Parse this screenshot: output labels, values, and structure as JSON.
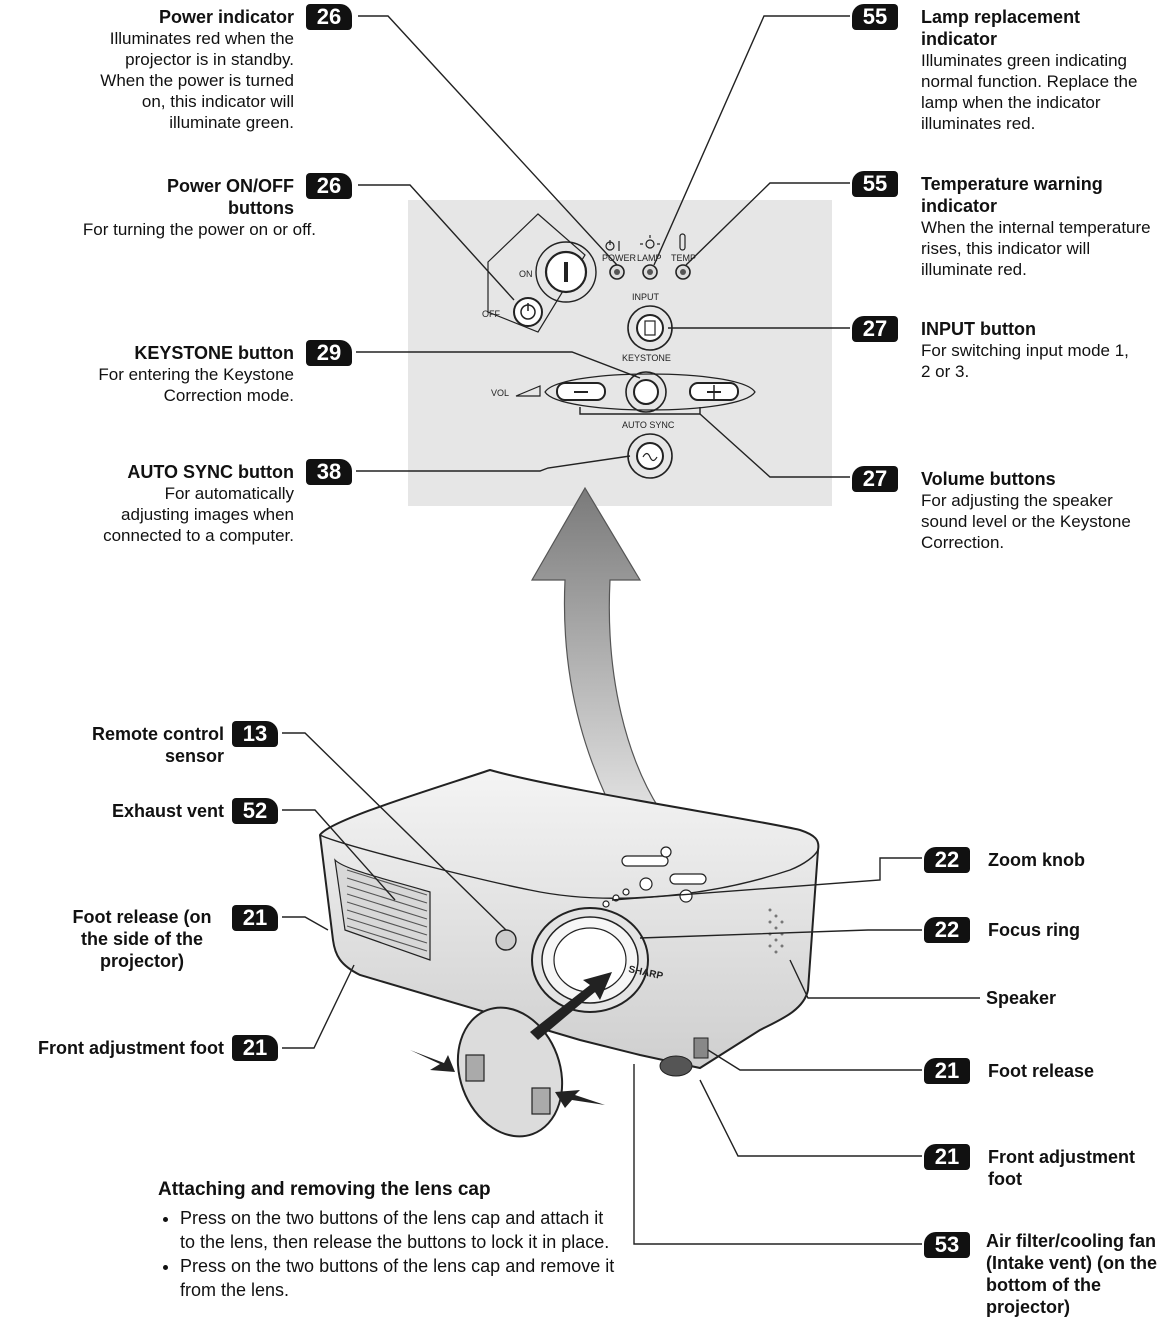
{
  "callouts": {
    "power_indicator": {
      "page": "26",
      "title": "Power indicator",
      "desc": "Illuminates red when the projector is in standby. When the power is turned on, this indicator will illuminate green."
    },
    "power_buttons": {
      "page": "26",
      "title": "Power ON/OFF buttons",
      "desc": "For turning the power on or off."
    },
    "keystone": {
      "page": "29",
      "title": "KEYSTONE button",
      "desc": "For entering the Keystone Correction mode."
    },
    "auto_sync": {
      "page": "38",
      "title": "AUTO SYNC button",
      "desc": "For automatically adjusting images when connected to a computer."
    },
    "lamp": {
      "page": "55",
      "title": "Lamp replacement indicator",
      "desc": "Illuminates green indicating normal function. Replace the lamp when the indicator illuminates red."
    },
    "temp": {
      "page": "55",
      "title": "Temperature warning indicator",
      "desc": "When the internal temperature rises, this indicator will illuminate red."
    },
    "input": {
      "page": "27",
      "title": "INPUT button",
      "desc": "For switching input mode 1, 2 or 3."
    },
    "volume": {
      "page": "27",
      "title": "Volume buttons",
      "desc": "For adjusting the speaker sound level or the Keystone Correction."
    },
    "remote": {
      "page": "13",
      "title": "Remote control sensor"
    },
    "exhaust": {
      "page": "52",
      "title": "Exhaust vent"
    },
    "foot_release_side": {
      "page": "21",
      "title": "Foot release (on the side of the projector)"
    },
    "front_foot_left": {
      "page": "21",
      "title": "Front adjustment foot"
    },
    "zoom": {
      "page": "22",
      "title": "Zoom knob"
    },
    "focus": {
      "page": "22",
      "title": "Focus ring"
    },
    "speaker": {
      "title": "Speaker"
    },
    "foot_release": {
      "page": "21",
      "title": "Foot release"
    },
    "front_foot_right": {
      "page": "21",
      "title": "Front adjustment foot"
    },
    "air_filter": {
      "page": "53",
      "title": "Air filter/cooling fan (Intake vent) (on the bottom of the projector)"
    }
  },
  "panel_labels": {
    "power": "POWER",
    "lamp": "LAMP",
    "temp": "TEMP",
    "on": "ON",
    "off": "OFF",
    "input": "INPUT",
    "keystone": "KEYSTONE",
    "vol": "VOL",
    "auto_sync": "AUTO SYNC"
  },
  "brand": "SHARP",
  "lens_cap": {
    "heading": "Attaching and removing the lens cap",
    "items": [
      "Press on the two buttons of the lens cap and attach it to the lens, then release the buttons to lock it in place.",
      "Press on the two buttons of the lens cap and remove it from the lens."
    ]
  }
}
